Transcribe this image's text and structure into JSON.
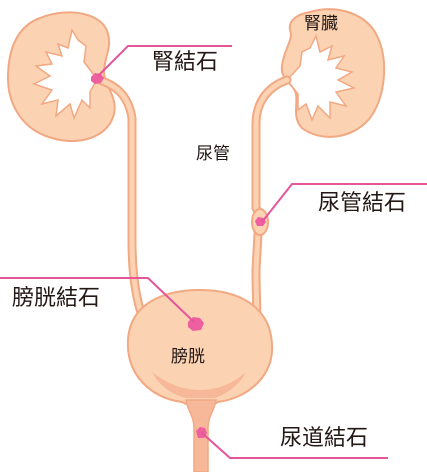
{
  "labels": {
    "kidney": "腎臓",
    "kidney_stone": "腎結石",
    "ureter": "尿管",
    "ureteral_stone": "尿管結石",
    "bladder_stone": "膀胱結石",
    "bladder": "膀胱",
    "urethral_stone": "尿道結石"
  },
  "colors": {
    "organ_fill": "#fbd3b3",
    "organ_stroke": "#f2a882",
    "inner_fill": "#ffffff",
    "stone": "#ee5fa0",
    "leader_line": "#e4559a",
    "text": "#231815"
  }
}
